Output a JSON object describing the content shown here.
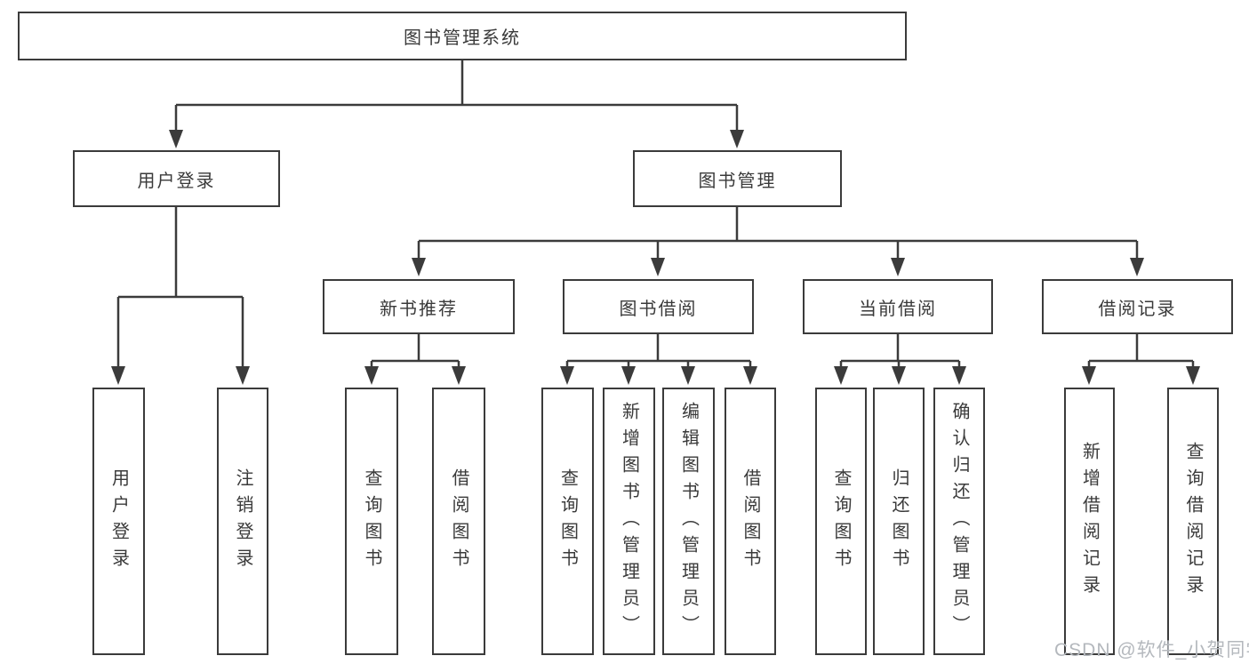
{
  "colors": {
    "line": "#3b3b3b",
    "text": "#3a3a3a",
    "box_background": "#ffffff",
    "watermark": "#b4b8bd",
    "page_background": "#ffffff"
  },
  "watermark": {
    "text": "CSDN @软件_小贺同学"
  },
  "tree": {
    "root": {
      "label": "图书管理系统"
    },
    "branches": [
      {
        "label": "用户登录",
        "children": [
          {
            "label": "用户登录"
          },
          {
            "label": "注销登录"
          }
        ]
      },
      {
        "label": "图书管理",
        "children": [
          {
            "label": "新书推荐",
            "children": [
              {
                "label": "查询图书"
              },
              {
                "label": "借阅图书"
              }
            ]
          },
          {
            "label": "图书借阅",
            "children": [
              {
                "label": "查询图书"
              },
              {
                "label": "新增图书（管理员）"
              },
              {
                "label": "编辑图书（管理员）"
              },
              {
                "label": "借阅图书"
              }
            ]
          },
          {
            "label": "当前借阅",
            "children": [
              {
                "label": "查询图书"
              },
              {
                "label": "归还图书"
              },
              {
                "label": "确认归还（管理员）"
              }
            ]
          },
          {
            "label": "借阅记录",
            "children": [
              {
                "label": "新增借阅记录"
              },
              {
                "label": "查询借阅记录"
              }
            ]
          }
        ]
      }
    ]
  }
}
